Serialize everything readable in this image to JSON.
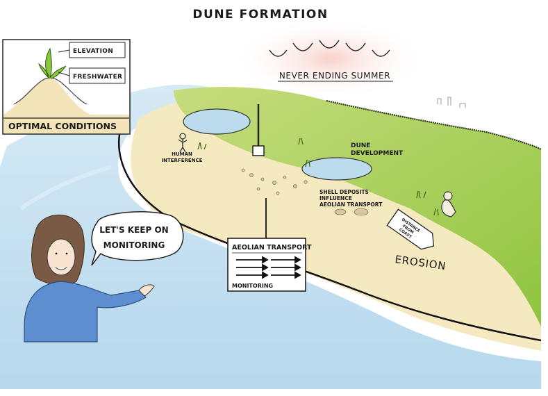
{
  "title": "DUNE FORMATION",
  "sky_label": "NEVER ENDING SUMMER",
  "inset": {
    "caption": "OPTIMAL CONDITIONS",
    "labels": [
      "ELEVATION",
      "FRESHWATER"
    ]
  },
  "callouts": {
    "human_interference": [
      "HUMAN",
      "INTERFERENCE"
    ],
    "dune_development": [
      "DUNE",
      "DEVELOPMENT"
    ],
    "shell_deposits": [
      "SHELL DEPOSITS",
      "INFLUENCE",
      "AEOLIAN TRANSPORT"
    ],
    "distance_sign": [
      "DISTANCE",
      "FROM",
      "COAST"
    ],
    "erosion": "EROSION"
  },
  "speech_bubble": [
    "LET'S KEEP ON",
    "MONITORING"
  ],
  "monitor_panel": {
    "title": "AEOLIAN TRANSPORT",
    "caption": "MONITORING"
  },
  "colors": {
    "sea": "#bcdcee",
    "sand": "#f5e9bf",
    "grass": "#a6cf55",
    "grass_dark": "#7fb13a",
    "sun_glow": "#f6c9c0",
    "shirt": "#5d8ed0",
    "hair": "#7a5a44"
  }
}
